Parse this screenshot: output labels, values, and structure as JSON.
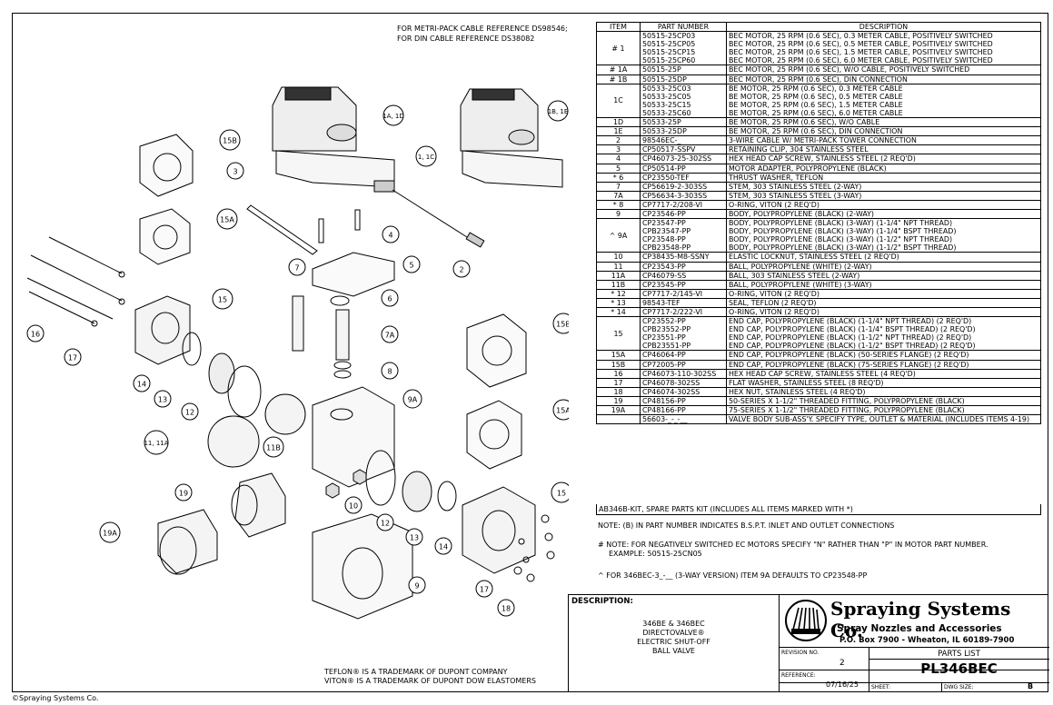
{
  "cable_reference": [
    "FOR METRI-PACK CABLE REFERENCE DS98546;",
    "FOR DIN CABLE REFERENCE DS38082"
  ],
  "trademarks": [
    "TEFLON® IS A TRADEMARK OF DUPONT COMPANY",
    "VITON® IS A TRADEMARK OF DUPONT DOW ELASTOMERS"
  ],
  "copyright": "©Spraying Systems Co.",
  "table_headers": {
    "item": "ITEM",
    "part": "PART NUMBER",
    "desc": "DESCRIPTION"
  },
  "rows": [
    {
      "item": "# 1",
      "parts": [
        "50515-25CP03",
        "50515-25CP05",
        "50515-25CP15",
        "50515-25CP60"
      ],
      "descs": [
        "BEC MOTOR, 25 RPM (0.6 SEC), 0.3 METER CABLE, POSITIVELY SWITCHED",
        "BEC MOTOR, 25 RPM (0.6 SEC), 0.5 METER CABLE, POSITIVELY SWITCHED",
        "BEC MOTOR, 25 RPM (0.6 SEC), 1.5 METER CABLE, POSITIVELY SWITCHED",
        "BEC MOTOR, 25 RPM (0.6 SEC), 6.0 METER CABLE, POSITIVELY SWITCHED"
      ]
    },
    {
      "item": "# 1A",
      "parts": [
        "50515-25P"
      ],
      "descs": [
        "BEC MOTOR, 25 RPM (0.6 SEC), W/O CABLE, POSITIVELY SWITCHED"
      ]
    },
    {
      "item": "# 1B",
      "parts": [
        "50515-25DP"
      ],
      "descs": [
        "BEC MOTOR, 25 RPM (0.6 SEC), DIN CONNECTION"
      ]
    },
    {
      "item": "1C",
      "parts": [
        "50533-25C03",
        "50533-25C05",
        "50533-25C15",
        "50533-25C60"
      ],
      "descs": [
        "BE MOTOR, 25 RPM (0.6 SEC), 0.3 METER CABLE",
        "BE MOTOR, 25 RPM (0.6 SEC), 0.5 METER CABLE",
        "BE MOTOR, 25 RPM (0.6 SEC), 1.5 METER CABLE",
        "BE MOTOR, 25 RPM (0.6 SEC), 6.0 METER CABLE"
      ]
    },
    {
      "item": "1D",
      "parts": [
        "50533-25P"
      ],
      "descs": [
        "BE MOTOR, 25 RPM (0.6 SEC), W/O CABLE"
      ]
    },
    {
      "item": "1E",
      "parts": [
        "50533-25DP"
      ],
      "descs": [
        "BE MOTOR, 25 RPM (0.6 SEC), DIN CONNECTION"
      ]
    },
    {
      "item": "2",
      "parts": [
        "98546EC-_"
      ],
      "descs": [
        "3-WIRE CABLE W/ METRI-PACK TOWER CONNECTION"
      ]
    },
    {
      "item": "3",
      "parts": [
        "CP50517-SSPV"
      ],
      "descs": [
        "RETAINING CLIP, 304 STAINLESS STEEL"
      ]
    },
    {
      "item": "4",
      "parts": [
        "CP46073-25-302SS"
      ],
      "descs": [
        "HEX HEAD CAP SCREW, STAINLESS STEEL (2 REQ'D)"
      ]
    },
    {
      "item": "5",
      "parts": [
        "CP50514-PP"
      ],
      "descs": [
        "MOTOR ADAPTER, POLYPROPYLENE (BLACK)"
      ]
    },
    {
      "item": "* 6",
      "parts": [
        "CP23550-TEF"
      ],
      "descs": [
        "THRUST WASHER, TEFLON"
      ]
    },
    {
      "item": "7",
      "parts": [
        "CP56619-2-303SS"
      ],
      "descs": [
        "STEM, 303 STAINLESS STEEL (2-WAY)"
      ]
    },
    {
      "item": "7A",
      "parts": [
        "CP56634-3-303SS"
      ],
      "descs": [
        "STEM, 303 STAINLESS STEEL (3-WAY)"
      ]
    },
    {
      "item": "* 8",
      "parts": [
        "CP7717-2/208-VI"
      ],
      "descs": [
        "O-RING, VITON (2 REQ'D)"
      ]
    },
    {
      "item": "9",
      "parts": [
        "CP23546-PP"
      ],
      "descs": [
        "BODY, POLYPROPYLENE (BLACK) (2-WAY)"
      ]
    },
    {
      "item": "^ 9A",
      "parts": [
        "CP23547-PP",
        "CPB23547-PP",
        "CP23548-PP",
        "CPB23548-PP"
      ],
      "descs": [
        "BODY, POLYPROPYLENE (BLACK) (3-WAY) (1-1/4\" NPT THREAD)",
        "BODY, POLYPROPYLENE (BLACK) (3-WAY) (1-1/4\" BSPT THREAD)",
        "BODY, POLYPROPYLENE (BLACK) (3-WAY) (1-1/2\" NPT THREAD)",
        "BODY, POLYPROPYLENE (BLACK) (3-WAY) (1-1/2\" BSPT THREAD)"
      ]
    },
    {
      "item": "10",
      "parts": [
        "CP38435-M8-SSNY"
      ],
      "descs": [
        "ELASTIC LOCKNUT, STAINLESS STEEL (2 REQ'D)"
      ]
    },
    {
      "item": "11",
      "parts": [
        "CP23543-PP"
      ],
      "descs": [
        "BALL, POLYPROPYLENE (WHITE) (2-WAY)"
      ]
    },
    {
      "item": "11A",
      "parts": [
        "CP46079-SS"
      ],
      "descs": [
        "BALL, 303 STAINLESS STEEL (2-WAY)"
      ]
    },
    {
      "item": "11B",
      "parts": [
        "CP23545-PP"
      ],
      "descs": [
        "BALL, POLYPROPYLENE (WHITE) (3-WAY)"
      ]
    },
    {
      "item": "* 12",
      "parts": [
        "CP7717-2/145-VI"
      ],
      "descs": [
        "O-RING, VITON (2 REQ'D)"
      ]
    },
    {
      "item": "* 13",
      "parts": [
        "98543-TEF"
      ],
      "descs": [
        "SEAL, TEFLON (2 REQ'D)"
      ]
    },
    {
      "item": "* 14",
      "parts": [
        "CP7717-2/222-VI"
      ],
      "descs": [
        "O-RING, VITON (2 REQ'D)"
      ]
    },
    {
      "item": "15",
      "parts": [
        "CP23552-PP",
        "CPB23552-PP",
        "CP23551-PP",
        "CPB23551-PP"
      ],
      "descs": [
        "END CAP, POLYPROPYLENE (BLACK) (1-1/4\" NPT THREAD) (2 REQ'D)",
        "END CAP, POLYPROPYLENE (BLACK) (1-1/4\" BSPT THREAD) (2 REQ'D)",
        "END CAP, POLYPROPYLENE (BLACK) (1-1/2\" NPT THREAD) (2 REQ'D)",
        "END CAP, POLYPROPYLENE (BLACK) (1-1/2\" BSPT THREAD) (2 REQ'D)"
      ]
    },
    {
      "item": "15A",
      "parts": [
        "CP46064-PP"
      ],
      "descs": [
        "END CAP, POLYPROPYLENE (BLACK) (50-SERIES FLANGE) (2 REQ'D)"
      ]
    },
    {
      "item": "15B",
      "parts": [
        "CP72005-PP"
      ],
      "descs": [
        "END CAP, POLYPROPYLENE (BLACK) (75-SERIES FLANGE) (2 REQ'D)"
      ]
    },
    {
      "item": "16",
      "parts": [
        "CP46073-110-302SS"
      ],
      "descs": [
        "HEX HEAD CAP SCREW, STAINLESS STEEL (4 REQ'D)"
      ]
    },
    {
      "item": "17",
      "parts": [
        "CP46078-302SS"
      ],
      "descs": [
        "FLAT WASHER, STAINLESS STEEL (8 REQ'D)"
      ]
    },
    {
      "item": "18",
      "parts": [
        "CP46074-302SS"
      ],
      "descs": [
        "HEX NUT, STAINLESS STEEL (4 REQ'D)"
      ]
    },
    {
      "item": "19",
      "parts": [
        "CP48156-PP"
      ],
      "descs": [
        "50-SERIES X 1-1/2\" THREADED FITTING, POLYPROPYLENE (BLACK)"
      ]
    },
    {
      "item": "19A",
      "parts": [
        "CP48166-PP"
      ],
      "descs": [
        "75-SERIES X 1-1/2\" THREADED FITTING, POLYPROPYLENE (BLACK)"
      ]
    },
    {
      "item": "",
      "parts": [
        "56603-_-_-__"
      ],
      "descs": [
        "VALVE BODY SUB-ASS'Y. SPECIFY TYPE, OUTLET & MATERIAL (INCLUDES ITEMS 4-19)"
      ]
    }
  ],
  "kit": "AB346B-KIT, SPARE PARTS KIT (INCLUDES ALL ITEMS MARKED WITH *)",
  "notes": [
    "NOTE: (B) IN PART NUMBER INDICATES B.S.P.T. INLET AND OUTLET CONNECTIONS",
    "# NOTE: FOR NEGATIVELY SWITCHED EC MOTORS SPECIFY \"N\" RATHER THAN \"P\" IN MOTOR PART NUMBER.",
    "EXAMPLE: 50515-25CN05",
    "^ FOR 346BEC-3_-__ (3-WAY VERSION) ITEM 9A DEFAULTS TO CP23548-PP"
  ],
  "title_block": {
    "desc_label": "DESCRIPTION:",
    "desc_lines": [
      "346BE & 346BEC",
      "DIRECTOVALVE®",
      "ELECTRIC SHUT-OFF",
      "BALL VALVE"
    ],
    "company": "Spraying Systems Co.",
    "tagline": "Spray Nozzles and Accessories",
    "address": "P.O. Box 7900 - Wheaton, IL 60189-7900",
    "revision_label": "REVISION NO.",
    "revision": "2",
    "reference_label": "REFERENCE:",
    "reference": "07/16/25",
    "parts_list_label": "PARTS LIST",
    "parts_list_number": "PL346BEC",
    "sheet_label": "SHEET:",
    "dwg_size_label": "DWG SIZE:",
    "dwg_size": "B"
  },
  "callouts": [
    "1A, 1D",
    "1B, 1E",
    "1, 1C",
    "15B",
    "3",
    "15A",
    "4",
    "5",
    "2",
    "7",
    "6",
    "15",
    "7A",
    "8",
    "16",
    "17",
    "14",
    "13",
    "12",
    "9A",
    "15B",
    "15A",
    "11B",
    "11, 11A",
    "19",
    "10",
    "12",
    "13",
    "14",
    "15",
    "19A",
    "9",
    "17",
    "18"
  ]
}
